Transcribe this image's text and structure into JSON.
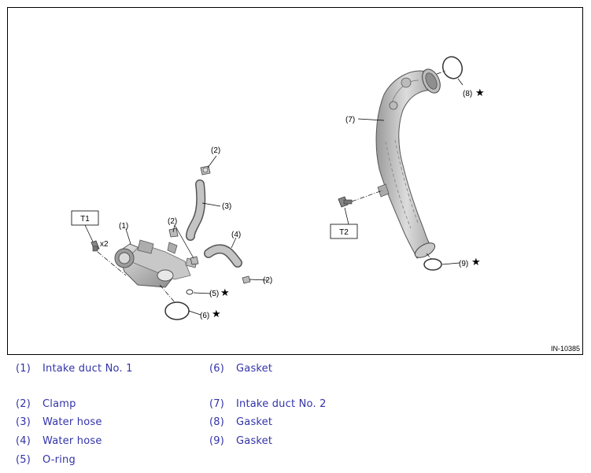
{
  "diagram": {
    "doc_id": "IN-10385",
    "callouts": {
      "c1": "(1)",
      "c2a": "(2)",
      "c2b": "(2)",
      "c2c": "(2)",
      "c3": "(3)",
      "c4": "(4)",
      "c5": "(5)",
      "c6": "(6)",
      "c7": "(7)",
      "c8": "(8)",
      "c9": "(9)"
    },
    "star": "★",
    "qty": "x2",
    "torque_tags": {
      "t1": "T1",
      "t2": "T2"
    }
  },
  "legend": [
    {
      "num": "(1)",
      "name": "Intake duct No. 1"
    },
    {
      "num": "(2)",
      "name": "Clamp"
    },
    {
      "num": "(3)",
      "name": "Water hose"
    },
    {
      "num": "(4)",
      "name": "Water hose"
    },
    {
      "num": "(5)",
      "name": "O-ring"
    },
    {
      "num": "(6)",
      "name": "Gasket"
    },
    {
      "num": "(7)",
      "name": "Intake duct No. 2"
    },
    {
      "num": "(8)",
      "name": "Gasket"
    },
    {
      "num": "(9)",
      "name": "Gasket"
    }
  ],
  "colors": {
    "legend_text": "#3333aa",
    "part_fill": "#bfbfbf",
    "part_dark": "#8a8a8a"
  }
}
